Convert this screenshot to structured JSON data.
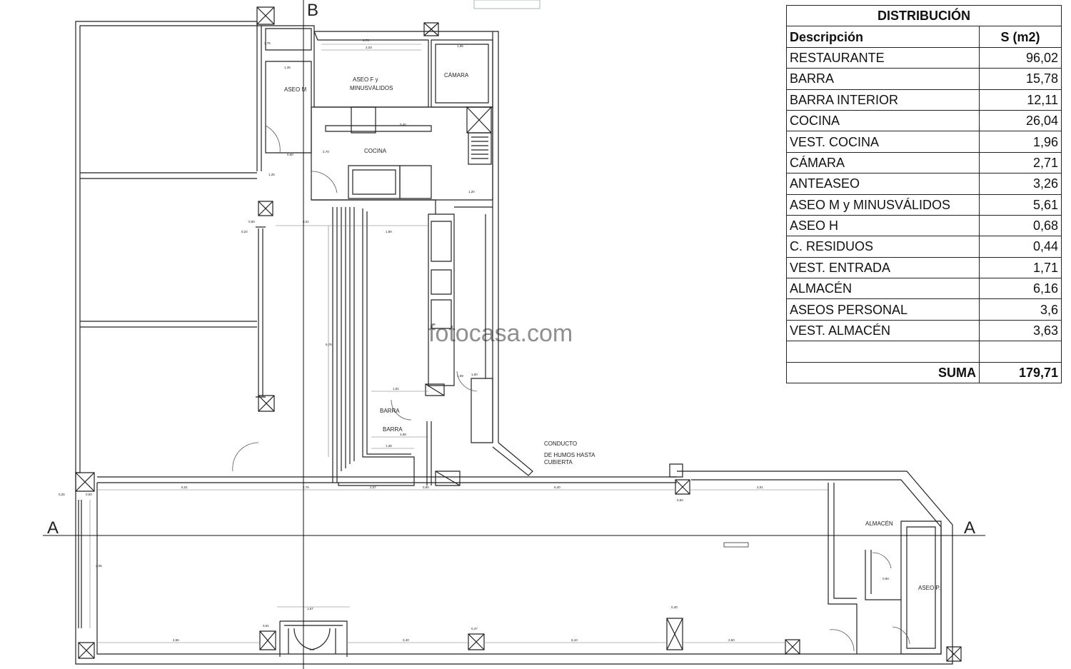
{
  "plan": {
    "axis_a": "A",
    "axis_b": "B",
    "rooms": {
      "aseo_f": "ASEO F y",
      "aseo_f2": "MINUSVÁLIDOS",
      "camara": "CÁMARA",
      "aseo_m": "ASEO M",
      "cocina": "COCINA",
      "barra": "BARRA",
      "barra2": "BARRA",
      "almacen": "ALMACÉN",
      "aseo_p": "ASEO P.",
      "conducto1": "CONDUCTO",
      "conducto2": "DE HUMOS HASTA",
      "conducto3": "CUBIERTA"
    },
    "dims": {
      "d1": "2,70",
      "d2": "2,03",
      "d3": "1,05",
      "d4": "1,35",
      "d5": "1,20",
      "d6": "0,40",
      "d7": "2,70",
      "d8": "1,80",
      "d9": "1,81",
      "d10": "2,09",
      "d11": "1,38",
      "d12": "5,01",
      "d13": "2,76",
      "d14": "2,07",
      "d15": "0,80",
      "d16": "6,40",
      "d17": "3,01",
      "d18": "0,25",
      "d19": "0,50",
      "d20": "1,67",
      "d21": "0,61",
      "d22": "4,55",
      "d23": "3,40",
      "d24": "0,47",
      "d25": "6,10",
      "d26": "2,60",
      "d27": "0,40",
      "d28": "0,50",
      "d29": "0,90",
      "d30": "6,76",
      "d31": "2,05",
      "d32": "0,80",
      "d33": "1,25",
      "d34": "0,60",
      "d35": "0,24",
      "d36": "3,01",
      "d37": "1,09",
      "d38": "1,00",
      "d39": "3,75"
    },
    "watermark": "fotocasa.com"
  },
  "table": {
    "title": "DISTRIBUCIÓN",
    "col_desc": "Descripción",
    "col_area": "S (m2)",
    "rows": [
      {
        "desc": "RESTAURANTE",
        "area": "96,02"
      },
      {
        "desc": "BARRA",
        "area": "15,78"
      },
      {
        "desc": "BARRA INTERIOR",
        "area": "12,11"
      },
      {
        "desc": "COCINA",
        "area": "26,04"
      },
      {
        "desc": "VEST. COCINA",
        "area": "1,96"
      },
      {
        "desc": "CÁMARA",
        "area": "2,71"
      },
      {
        "desc": "ANTEASEO",
        "area": "3,26"
      },
      {
        "desc": "ASEO M y MINUSVÁLIDOS",
        "area": "5,61"
      },
      {
        "desc": "ASEO H",
        "area": "0,68"
      },
      {
        "desc": "C. RESIDUOS",
        "area": "0,44"
      },
      {
        "desc": "VEST. ENTRADA",
        "area": "1,71"
      },
      {
        "desc": "ALMACÉN",
        "area": "6,16"
      },
      {
        "desc": "ASEOS PERSONAL",
        "area": "3,6"
      },
      {
        "desc": "VEST. ALMACÉN",
        "area": "3,63"
      },
      {
        "desc": "",
        "area": ""
      }
    ],
    "sum_label": "SUMA",
    "sum_value": "179,71"
  }
}
